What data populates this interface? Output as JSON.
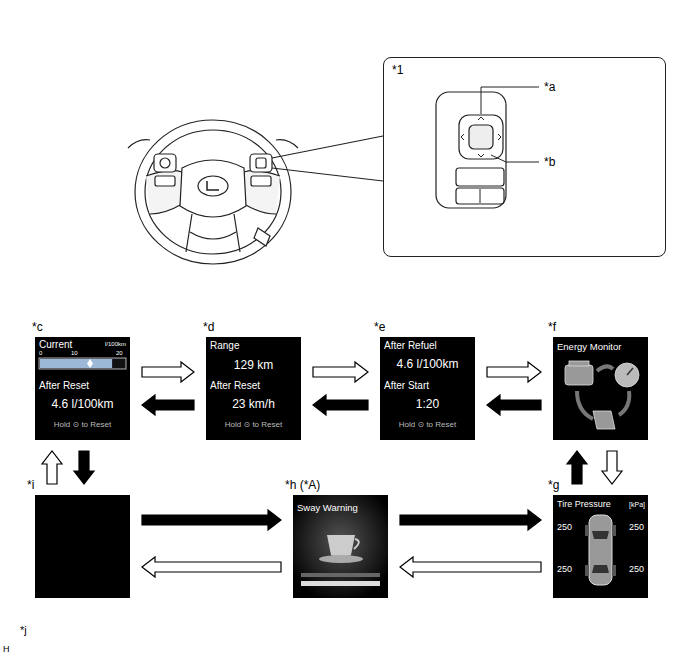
{
  "diagram": {
    "nodes": [
      {
        "text": [
          "*1"
        ]
      },
      {
        "text": [
          "*c",
          "Current",
          "0",
          "10",
          "20",
          "l/100km",
          "After Reset",
          "4.6 l/100km",
          "Hold ⊙ to Reset"
        ]
      },
      {
        "text": [
          "*d",
          "Range",
          "129 km",
          "After Reset",
          "23 km/h",
          "Hold ⊙ to Reset"
        ]
      },
      {
        "text": [
          "*e",
          "After Refuel",
          "4.6 l/100km",
          "After Start",
          "1:20",
          "Hold ⊙ to Reset"
        ]
      },
      {
        "text": [
          "*f",
          "Energy Monitor"
        ]
      },
      {
        "text": [
          "*i"
        ]
      },
      {
        "text": [
          "*h (*A)",
          "Sway Warning"
        ]
      },
      {
        "text": [
          "*g",
          "Tire Pressure",
          "[kPa]",
          "250",
          "250",
          "250",
          "250"
        ]
      }
    ],
    "edges": [
      {
        "from": 1,
        "to": 2,
        "arrow": "to"
      },
      {
        "from": 2,
        "to": 3,
        "arrow": "to"
      },
      {
        "from": 3,
        "to": 4,
        "arrow": "to"
      },
      {
        "from": 4,
        "to": 7,
        "arrow": "to"
      },
      {
        "from": 7,
        "to": 6,
        "arrow": "to"
      },
      {
        "from": 6,
        "to": 5,
        "arrow": "to"
      },
      {
        "from": 5,
        "to": 1,
        "arrow": "to"
      },
      {
        "from": 2,
        "to": 1,
        "arrow": "to"
      },
      {
        "from": 3,
        "to": 2,
        "arrow": "to"
      },
      {
        "from": 4,
        "to": 3,
        "arrow": "to"
      },
      {
        "from": 7,
        "to": 4,
        "arrow": "to"
      },
      {
        "from": 6,
        "to": 7,
        "arrow": "to"
      },
      {
        "from": 5,
        "to": 6,
        "arrow": "to"
      },
      {
        "from": 1,
        "to": 5,
        "arrow": "to"
      }
    ],
    "labels": [
      "*a",
      "*b",
      "*j",
      "H"
    ]
  }
}
